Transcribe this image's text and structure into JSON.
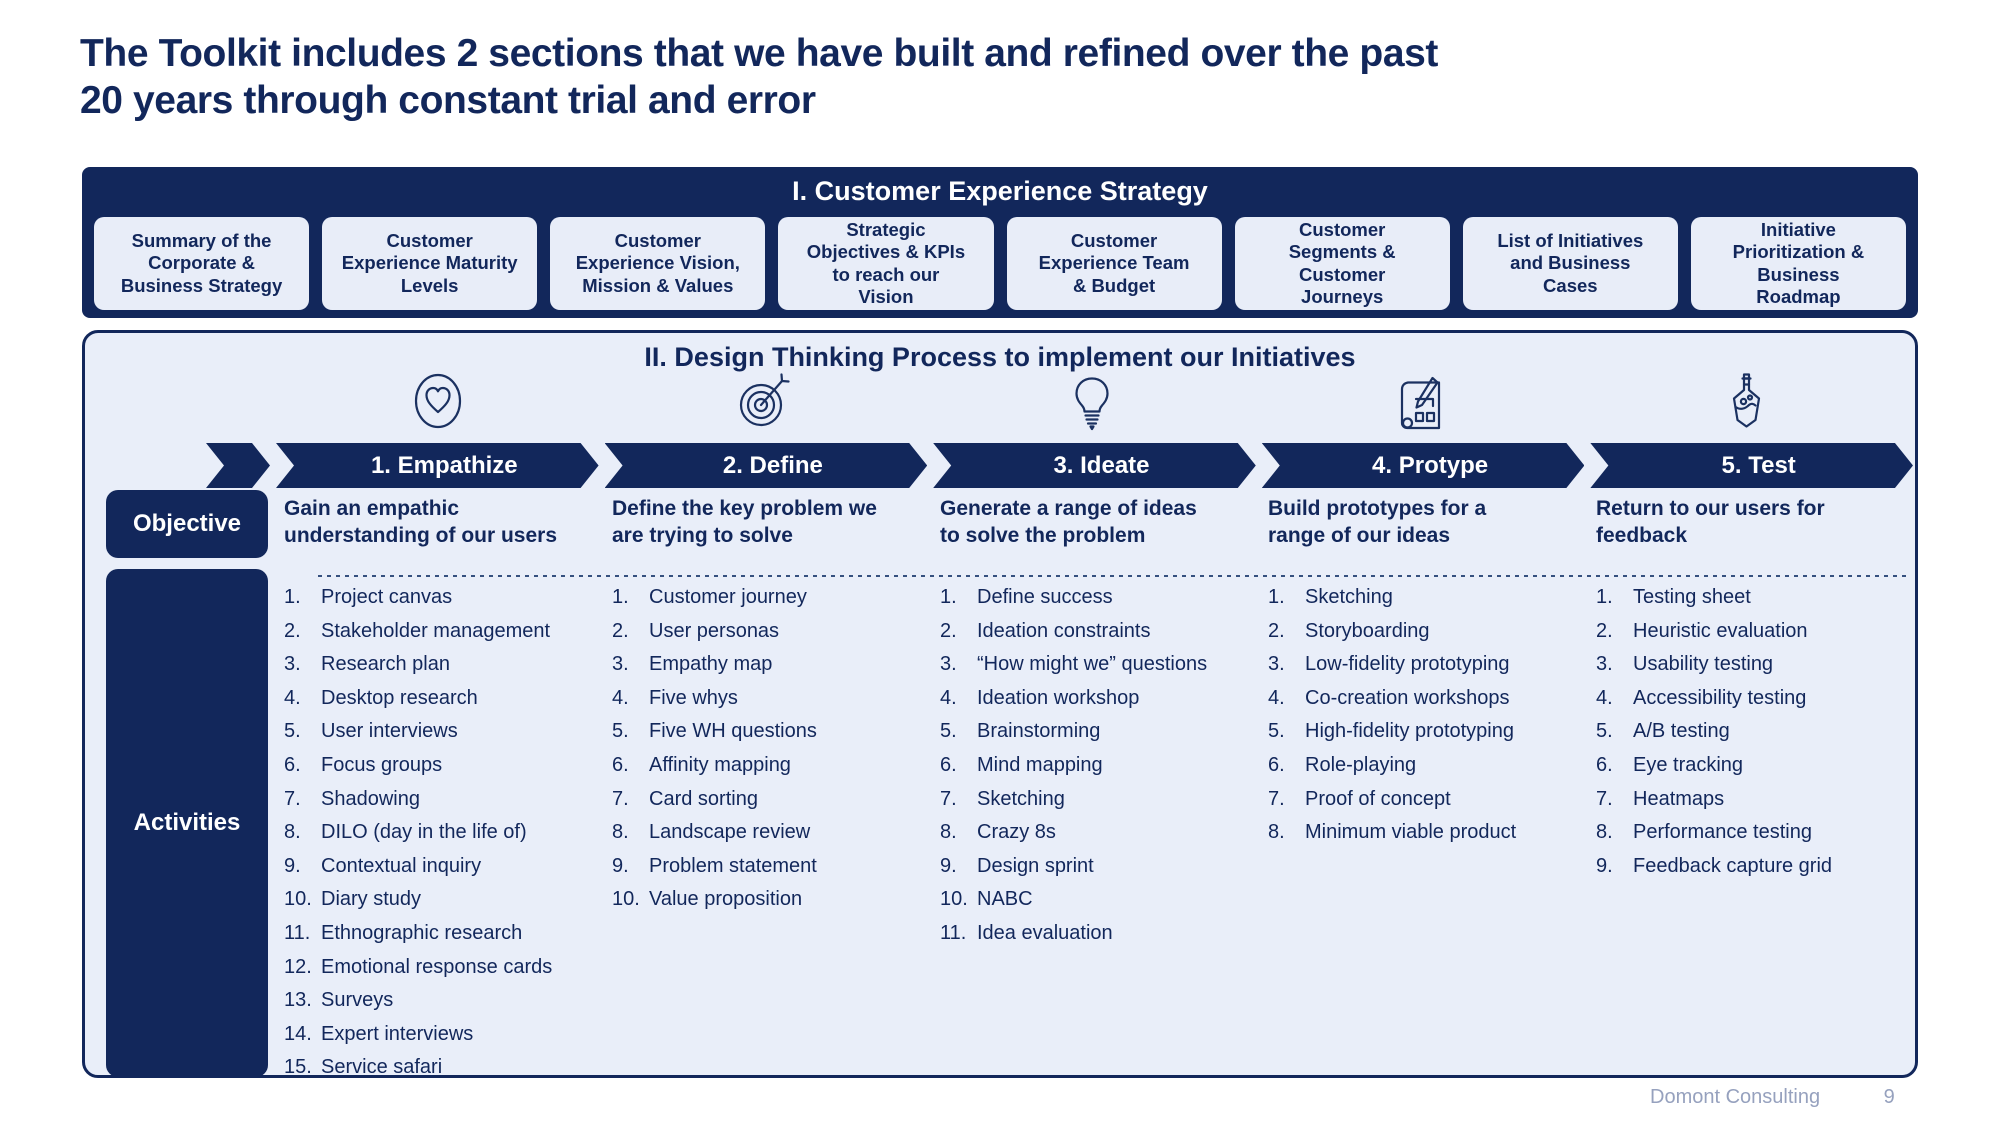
{
  "title": {
    "lines": [
      "The Toolkit includes 2 sections that we have built and refined over the past",
      "20 years through constant trial and error"
    ]
  },
  "section1": {
    "header": "I. Customer Experience Strategy",
    "boxes": [
      "Summary of the\nCorporate &\nBusiness Strategy",
      "Customer\nExperience Maturity\nLevels",
      "Customer\nExperience Vision,\nMission & Values",
      "Strategic\nObjectives & KPIs\nto reach our\nVision",
      "Customer\nExperience Team\n& Budget",
      "Customer\nSegments &\nCustomer\nJourneys",
      "List of Initiatives\nand Business\nCases",
      "Initiative\nPrioritization &\nBusiness\nRoadmap"
    ]
  },
  "section2": {
    "header": "II. Design Thinking Process to implement our Initiatives",
    "row_labels": {
      "objective": "Objective",
      "activities": "Activities"
    },
    "phases": [
      {
        "label": "1. Empathize",
        "icon": "heart-icon",
        "objective": "Gain an empathic\nunderstanding of our users",
        "activities": [
          "Project canvas",
          "Stakeholder management",
          "Research plan",
          "Desktop research",
          "User interviews",
          "Focus groups",
          "Shadowing",
          "DILO (day in the life of)",
          "Contextual inquiry",
          "Diary study",
          "Ethnographic research",
          "Emotional response cards",
          "Surveys",
          "Expert interviews",
          "Service safari"
        ]
      },
      {
        "label": "2. Define",
        "icon": "target-icon",
        "objective": "Define the key problem we\nare trying to solve",
        "activities": [
          "Customer journey",
          "User personas",
          "Empathy map",
          "Five whys",
          "Five WH questions",
          "Affinity mapping",
          "Card sorting",
          "Landscape review",
          "Problem statement",
          "Value proposition"
        ]
      },
      {
        "label": "3. Ideate",
        "icon": "lightbulb-icon",
        "objective": "Generate a range of ideas\nto solve the problem",
        "activities": [
          "Define success",
          "Ideation constraints",
          "“How might we” questions",
          "Ideation workshop",
          "Brainstorming",
          "Mind mapping",
          "Sketching",
          "Crazy 8s",
          "Design sprint",
          "NABC",
          "Idea evaluation"
        ]
      },
      {
        "label": "4. Protype",
        "icon": "blueprint-icon",
        "objective": "Build prototypes for a\nrange of our ideas",
        "activities": [
          "Sketching",
          "Storyboarding",
          "Low-fidelity prototyping",
          "Co-creation workshops",
          "High-fidelity prototyping",
          "Role-playing",
          "Proof of concept",
          "Minimum viable product"
        ]
      },
      {
        "label": "5. Test",
        "icon": "flask-icon",
        "objective": "Return to our users for\nfeedback",
        "activities": [
          "Testing sheet",
          "Heuristic evaluation",
          "Usability testing",
          "Accessibility testing",
          "A/B testing",
          "Eye tracking",
          "Heatmaps",
          "Performance testing",
          "Feedback capture grid"
        ]
      }
    ]
  },
  "footer": {
    "company": "Domont Consulting",
    "page": "9"
  },
  "colors": {
    "navy": "#12275B",
    "light_fill": "#E8EDF8",
    "panel_fill": "#E9EEF9",
    "footer_text": "#96A1BE"
  }
}
